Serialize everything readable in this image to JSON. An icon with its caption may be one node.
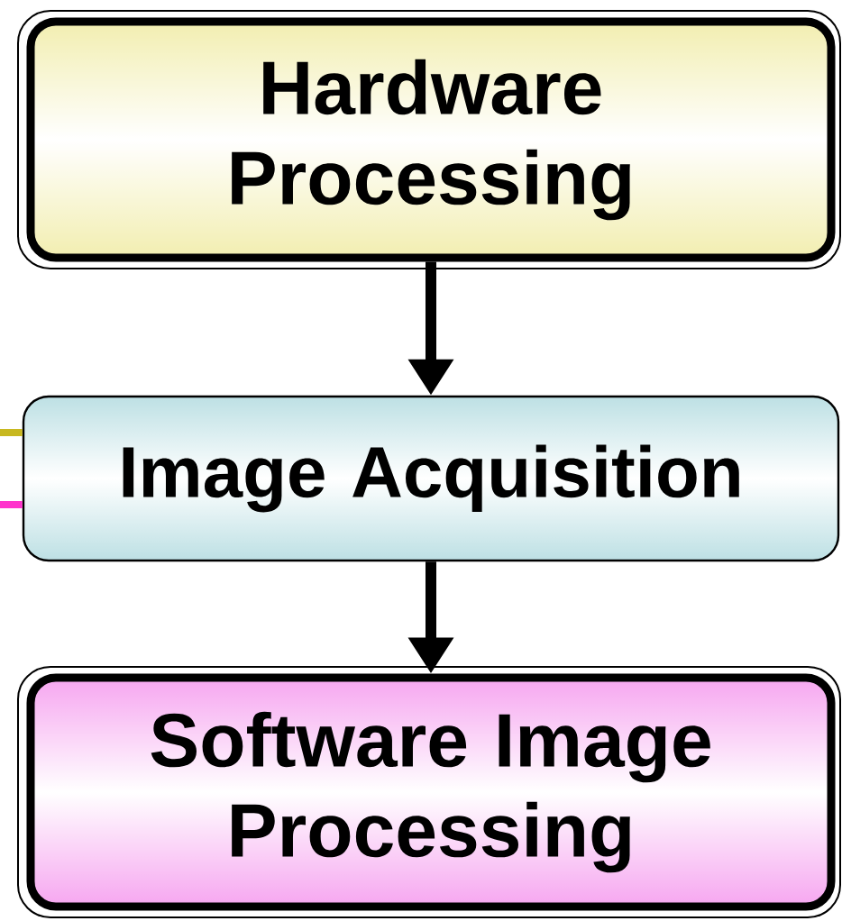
{
  "diagram": {
    "nodes": [
      {
        "text": [
          "Hardware Processing"
        ]
      },
      {
        "text": [
          "Image Acquisition"
        ]
      },
      {
        "text": [
          "Software Image Processing"
        ]
      }
    ],
    "edges": [
      {
        "from": 0,
        "to": 1,
        "arrow": "to"
      },
      {
        "from": 1,
        "to": 2,
        "arrow": "to"
      },
      {
        "from": null,
        "to": 1,
        "arrow": "none",
        "color": "#c8b820"
      },
      {
        "from": null,
        "to": 1,
        "arrow": "none",
        "color": "#ff33cc"
      }
    ]
  }
}
